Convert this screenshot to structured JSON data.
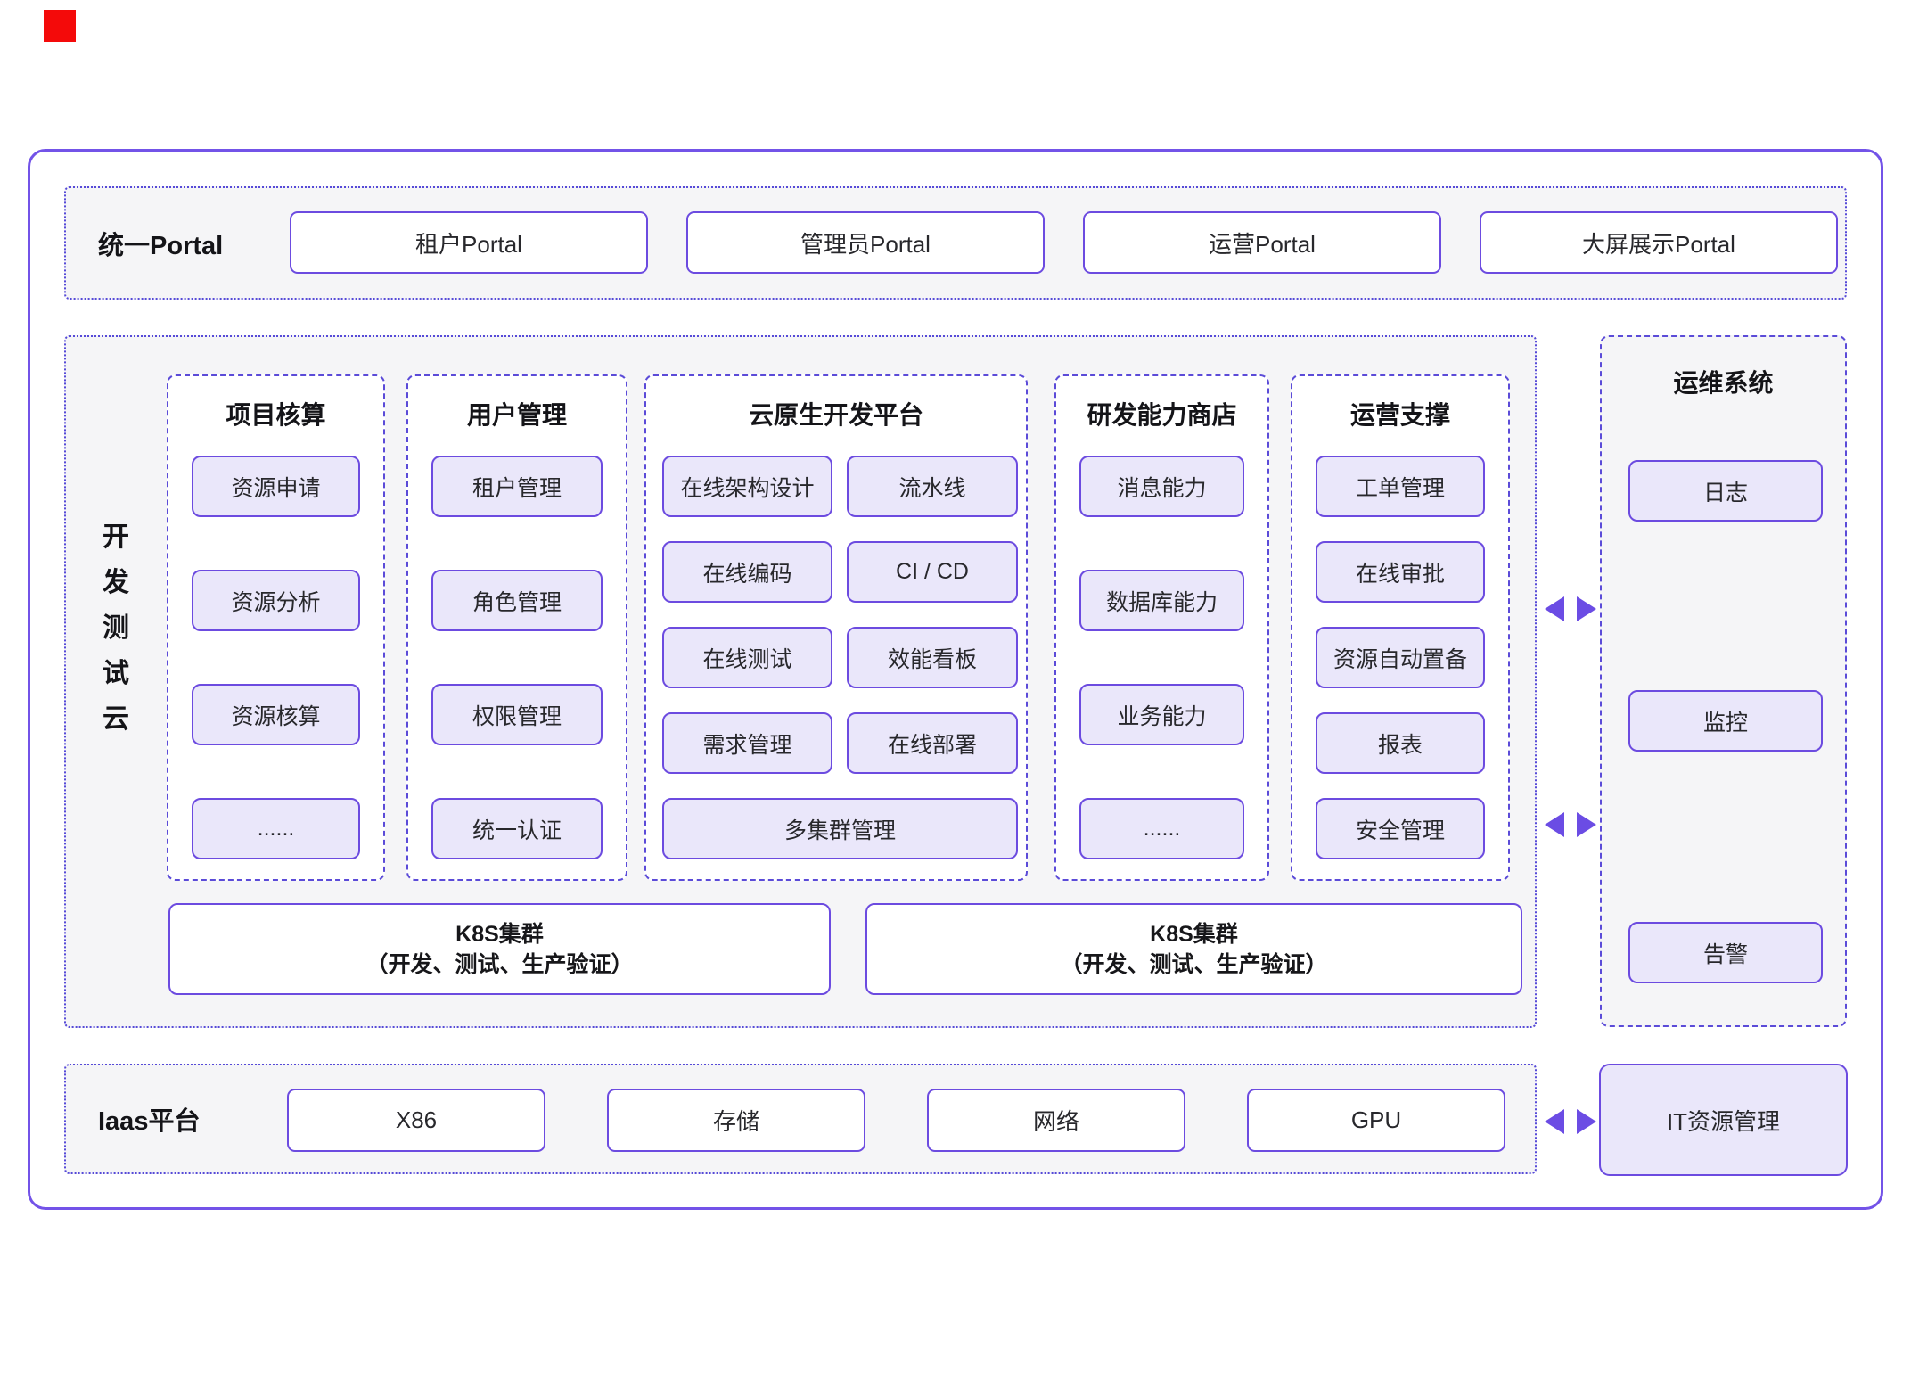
{
  "colors": {
    "accent_solid_border": "#6c4be0",
    "dashed_border": "#5b4bd8",
    "outer_border": "#7353e8",
    "chip_fill": "#eae7fa",
    "section_bg": "#f5f5f7",
    "arrow": "#6b4ce4",
    "marker_red": "#f40a0a",
    "text": "#28282c"
  },
  "portal": {
    "title": "统一Portal",
    "items": [
      "租户Portal",
      "管理员Portal",
      "运营Portal",
      "大屏展示Portal"
    ]
  },
  "dev_cloud": {
    "label": "开发测试云",
    "label_chars": [
      "开",
      "发",
      "测",
      "试",
      "云"
    ],
    "columns": [
      {
        "title": "项目核算",
        "items": [
          "资源申请",
          "资源分析",
          "资源核算",
          "......"
        ]
      },
      {
        "title": "用户管理",
        "items": [
          "租户管理",
          "角色管理",
          "权限管理",
          "统一认证"
        ]
      },
      {
        "title": "云原生开发平台",
        "rows": [
          [
            "在线架构设计",
            "流水线"
          ],
          [
            "在线编码",
            "CI / CD"
          ],
          [
            "在线测试",
            "效能看板"
          ],
          [
            "需求管理",
            "在线部署"
          ]
        ],
        "full_width_item": "多集群管理"
      },
      {
        "title": "研发能力商店",
        "items": [
          "消息能力",
          "数据库能力",
          "业务能力",
          "......"
        ]
      },
      {
        "title": "运营支撑",
        "items": [
          "工单管理",
          "在线审批",
          "资源自动置备",
          "报表",
          "安全管理"
        ]
      }
    ],
    "k8s_clusters": [
      {
        "line1": "K8S集群",
        "line2": "（开发、测试、生产验证）"
      },
      {
        "line1": "K8S集群",
        "line2": "（开发、测试、生产验证）"
      }
    ]
  },
  "ops_system": {
    "title": "运维系统",
    "items": [
      "日志",
      "监控",
      "告警"
    ]
  },
  "iaas": {
    "title": "Iaas平台",
    "items": [
      "X86",
      "存储",
      "网络",
      "GPU"
    ],
    "it_management_label": "IT资源管理"
  }
}
